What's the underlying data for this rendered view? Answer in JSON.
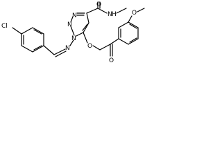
{
  "molecule": {
    "atoms": {
      "cl": "Cl",
      "n_amide": "N",
      "h_amide": "H",
      "o_amide": "O",
      "n_ring_1": "N",
      "n_ring_2": "N",
      "n_ring_3": "N",
      "n_imine": "N",
      "o_ether": "O",
      "o_ketone": "O",
      "o_methoxy": "O"
    }
  }
}
